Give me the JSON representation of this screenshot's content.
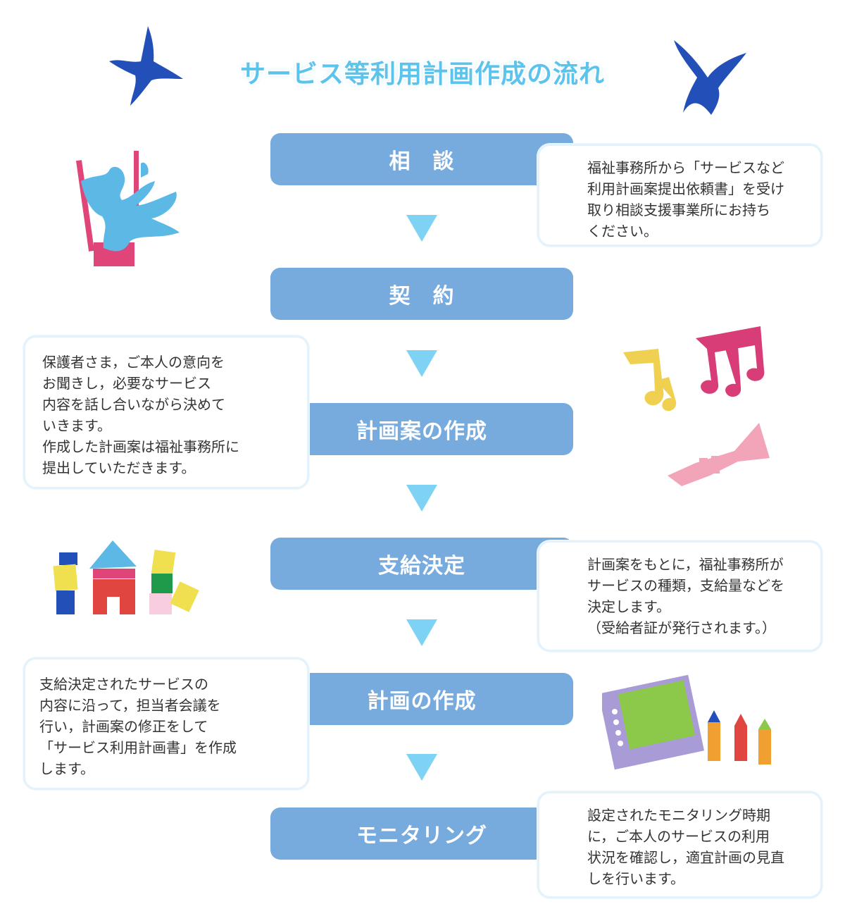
{
  "title": "サービス等利用計画作成の流れ",
  "steps": [
    {
      "label": "相　談"
    },
    {
      "label": "契　約"
    },
    {
      "label": "計画案の作成"
    },
    {
      "label": "支給決定"
    },
    {
      "label": "計画の作成"
    },
    {
      "label": "モニタリング"
    }
  ],
  "notes": {
    "consult": "福祉事務所から「サービスなど\n利用計画案提出依頼書」を受け\n取り相談支援事業所にお持ち\nください。",
    "plan_draft": "保護者さま，ご本人の意向を\nお聞きし，必要なサービス\n内容を話し合いながら決めて\nいきます。\n作成した計画案は福祉事務所に\n提出していただきます。",
    "decision": "計画案をもとに，福祉事務所が\nサービスの種類，支給量などを\n決定します。\n（受給者証が発行されます。）",
    "plan": "支給決定されたサービスの\n内容に沿って，担当者会議を\n行い，計画案の修正をして\n「サービス利用計画書」を作成\nします。",
    "monitoring": "設定されたモニタリング時期\nに，ご本人のサービスの利用\n状況を確認し，適宜計画の見直\nしを行います。"
  },
  "colors": {
    "step_fill": "#77aadd",
    "arrow": "#7ed3f4",
    "title": "#5bc4ec",
    "note_border": "#e3f2fb"
  }
}
